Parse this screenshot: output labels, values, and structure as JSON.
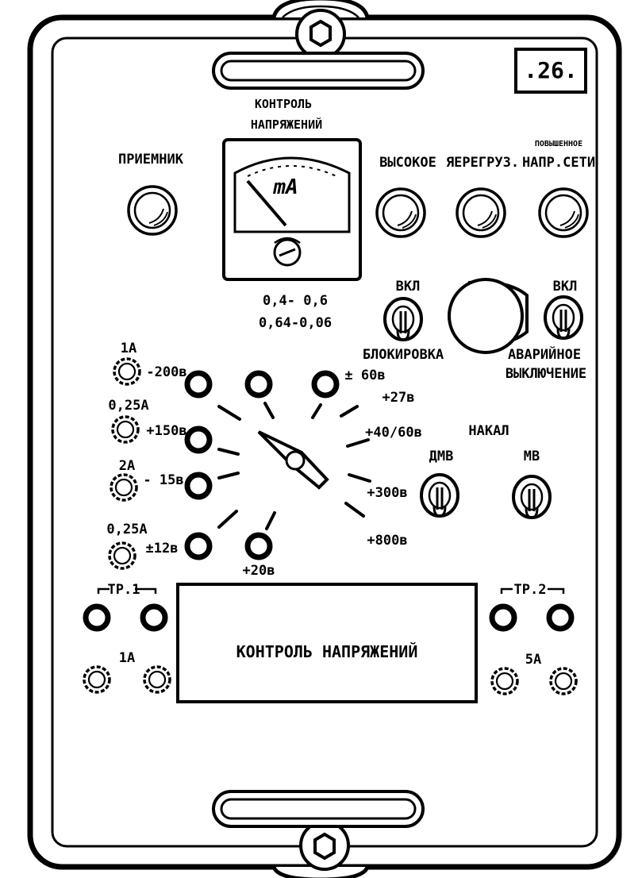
{
  "plate_number": ".26.",
  "meter": {
    "title_line1": "КОНТРОЛЬ",
    "title_line2": "НАПРЯЖЕНИЙ",
    "unit": "mA",
    "range_line1": "0,4- 0,6",
    "range_line2": "0,64-0,06"
  },
  "lamps": {
    "receiver": "ПРИЕМНИК",
    "high": "ВЫСОКОЕ",
    "overload": "ЯЕРЕГРУЗ.",
    "mains_top": "ПОВЫШЕННОЕ",
    "mains": "НАПР.СЕТИ"
  },
  "switches": {
    "on_label": "ВКЛ",
    "lock": "БЛОКИРОВКА",
    "emergency_line1": "АВАРИЙНОЕ",
    "emergency_line2": "ВЫКЛЮЧЕНИЕ",
    "filament": "НАКАЛ",
    "dmv": "ДМВ",
    "mv": "МВ"
  },
  "fuses": [
    {
      "rating": "1А",
      "voltage": "-200в"
    },
    {
      "rating": "0,25А",
      "voltage": "+150в"
    },
    {
      "rating": "2А",
      "voltage": "- 15в"
    },
    {
      "rating": "0,25А",
      "voltage": "±12в"
    }
  ],
  "selector_positions": {
    "plus60": "± 60в",
    "plus27": "+27в",
    "plus40_60": "+40/60в",
    "plus300": "+300в",
    "plus800": "+800в",
    "plus20": "+20в"
  },
  "bottom": {
    "tr1": "ТР.1",
    "tr2": "ТР.2",
    "fuse_left": "1А",
    "fuse_right": "5А",
    "window_label": "КОНТРОЛЬ НАПРЯЖЕНИЙ"
  }
}
